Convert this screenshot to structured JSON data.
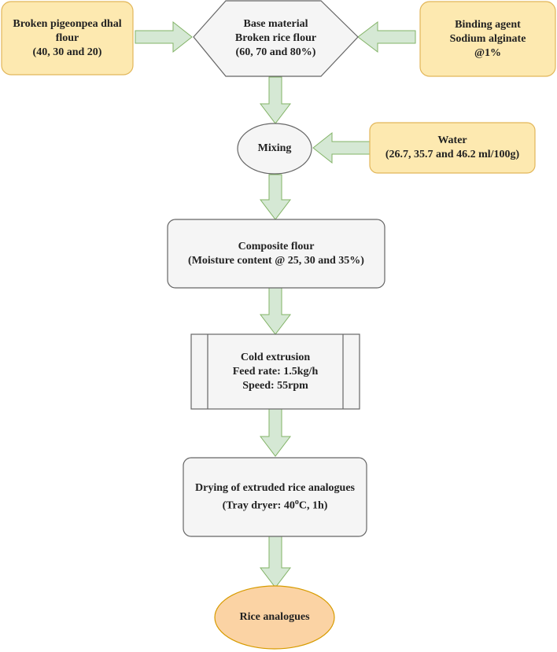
{
  "colors": {
    "ingredient_fill": "#fde9b0",
    "ingredient_stroke": "#e2b659",
    "process_fill": "#f5f5f5",
    "process_stroke": "#666666",
    "arrow_fill": "#d5e8d4",
    "arrow_stroke": "#82b366",
    "product_fill": "#fbd3a4",
    "product_stroke": "#d79b00"
  },
  "nodes": {
    "pigeonpea": {
      "line1": "Broken pigeonpea dhal",
      "line2": "flour",
      "line3": "(40, 30 and 20)"
    },
    "base": {
      "line1": "Base material",
      "line2": "Broken rice flour",
      "line3": "(60, 70 and 80%)"
    },
    "binder": {
      "line1": "Binding agent",
      "line2": "Sodium alginate",
      "line3": "@1%"
    },
    "water": {
      "line1": "Water",
      "line2": "(26.7, 35.7 and 46.2 ml/100g)"
    },
    "mixing": {
      "line1": "Mixing"
    },
    "composite": {
      "line1": "Composite flour",
      "line2": "(Moisture content @ 25, 30 and 35%)"
    },
    "extrusion": {
      "line1": "Cold extrusion",
      "line2": "Feed rate: 1.5kg/h",
      "line3": "Speed: 55rpm"
    },
    "drying": {
      "line1": "Drying of extruded rice analogues",
      "line2_pre": "(Tray dryer: 40",
      "line2_sup": "o",
      "line2_post": "C, 1h)"
    },
    "product": {
      "line1": "Rice analogues"
    }
  }
}
